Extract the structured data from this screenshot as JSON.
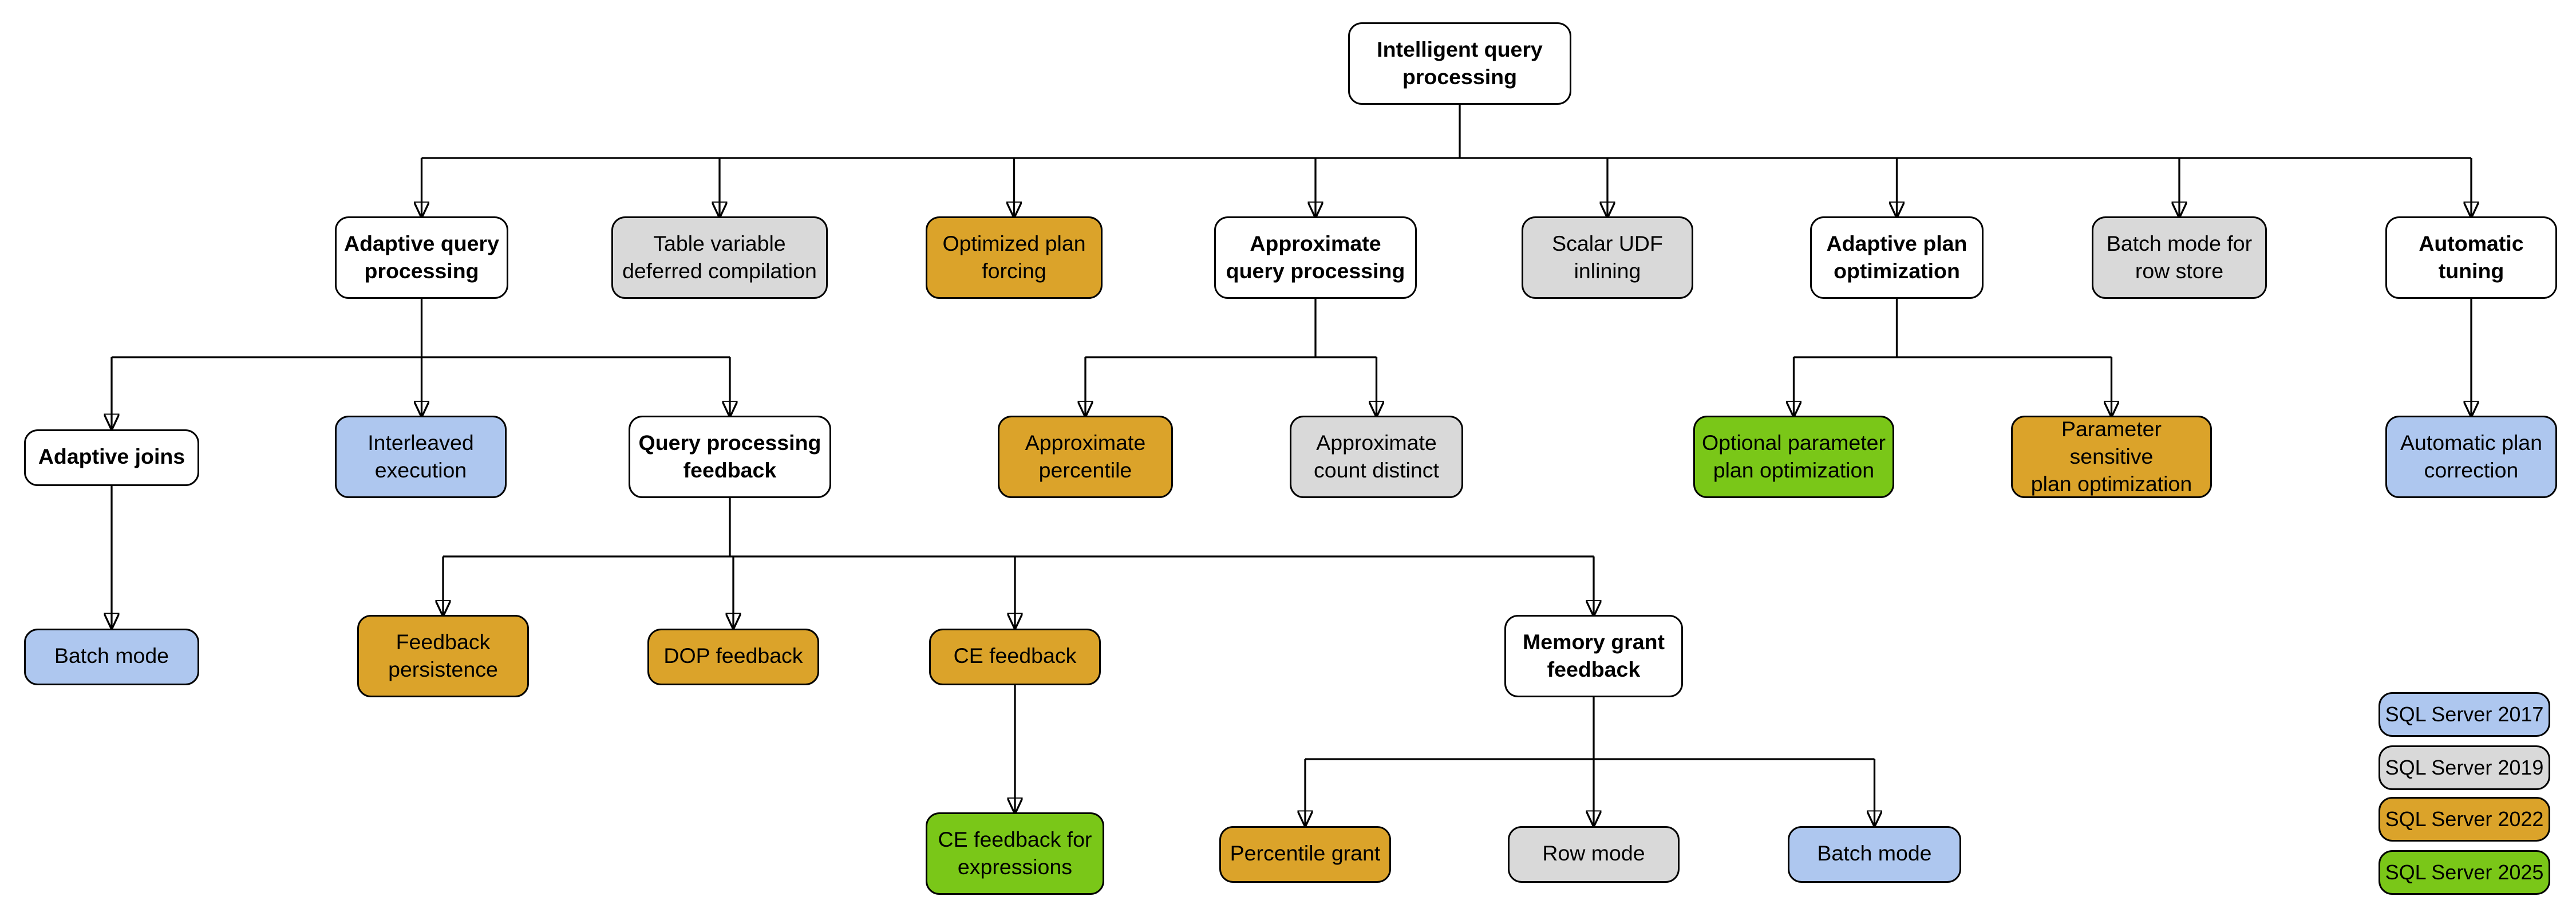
{
  "nodes": [
    {
      "id": "intelligent-query-processing",
      "label": "Intelligent query\nprocessing",
      "category": true,
      "version": null
    },
    {
      "id": "adaptive-query-processing",
      "label": "Adaptive query\nprocessing",
      "category": true,
      "version": null
    },
    {
      "id": "table-variable-deferred-compilation",
      "label": "Table variable\ndeferred compilation",
      "category": false,
      "version": "2019"
    },
    {
      "id": "optimized-plan-forcing",
      "label": "Optimized plan\nforcing",
      "category": false,
      "version": "2022"
    },
    {
      "id": "approximate-query-processing",
      "label": "Approximate\nquery processing",
      "category": true,
      "version": null
    },
    {
      "id": "scalar-udf-inlining",
      "label": "Scalar UDF\ninlining",
      "category": false,
      "version": "2019"
    },
    {
      "id": "adaptive-plan-optimization",
      "label": "Adaptive plan\noptimization",
      "category": true,
      "version": null
    },
    {
      "id": "batch-mode-for-row-store",
      "label": "Batch mode for\nrow store",
      "category": false,
      "version": "2019"
    },
    {
      "id": "automatic-tuning",
      "label": "Automatic\ntuning",
      "category": true,
      "version": null
    },
    {
      "id": "adaptive-joins",
      "label": "Adaptive joins",
      "category": true,
      "version": null
    },
    {
      "id": "interleaved-execution",
      "label": "Interleaved\nexecution",
      "category": false,
      "version": "2017"
    },
    {
      "id": "query-processing-feedback",
      "label": "Query processing\nfeedback",
      "category": true,
      "version": null
    },
    {
      "id": "approximate-percentile",
      "label": "Approximate\npercentile",
      "category": false,
      "version": "2022"
    },
    {
      "id": "approximate-count-distinct",
      "label": "Approximate\ncount distinct",
      "category": false,
      "version": "2019"
    },
    {
      "id": "optional-parameter-plan-optimization",
      "label": "Optional parameter\nplan optimization",
      "category": false,
      "version": "2025"
    },
    {
      "id": "parameter-sensitive-plan-optimization",
      "label": "Parameter sensitive\nplan optimization",
      "category": false,
      "version": "2022"
    },
    {
      "id": "automatic-plan-correction",
      "label": "Automatic plan\ncorrection",
      "category": false,
      "version": "2017"
    },
    {
      "id": "batch-mode-adaptive-joins",
      "label": "Batch mode",
      "category": false,
      "version": "2017"
    },
    {
      "id": "feedback-persistence",
      "label": "Feedback\npersistence",
      "category": false,
      "version": "2022"
    },
    {
      "id": "dop-feedback",
      "label": "DOP feedback",
      "category": false,
      "version": "2022"
    },
    {
      "id": "ce-feedback",
      "label": "CE feedback",
      "category": false,
      "version": "2022"
    },
    {
      "id": "memory-grant-feedback",
      "label": "Memory grant\nfeedback",
      "category": true,
      "version": null
    },
    {
      "id": "ce-feedback-for-expressions",
      "label": "CE feedback for\nexpressions",
      "category": false,
      "version": "2025"
    },
    {
      "id": "percentile-grant",
      "label": "Percentile grant",
      "category": false,
      "version": "2022"
    },
    {
      "id": "row-mode",
      "label": "Row mode",
      "category": false,
      "version": "2019"
    },
    {
      "id": "batch-mode-memory-grant",
      "label": "Batch mode",
      "category": false,
      "version": "2017"
    }
  ],
  "edges": [
    [
      "intelligent-query-processing",
      "adaptive-query-processing"
    ],
    [
      "intelligent-query-processing",
      "table-variable-deferred-compilation"
    ],
    [
      "intelligent-query-processing",
      "optimized-plan-forcing"
    ],
    [
      "intelligent-query-processing",
      "approximate-query-processing"
    ],
    [
      "intelligent-query-processing",
      "scalar-udf-inlining"
    ],
    [
      "intelligent-query-processing",
      "adaptive-plan-optimization"
    ],
    [
      "intelligent-query-processing",
      "batch-mode-for-row-store"
    ],
    [
      "intelligent-query-processing",
      "automatic-tuning"
    ],
    [
      "adaptive-query-processing",
      "adaptive-joins"
    ],
    [
      "adaptive-query-processing",
      "interleaved-execution"
    ],
    [
      "adaptive-query-processing",
      "query-processing-feedback"
    ],
    [
      "approximate-query-processing",
      "approximate-percentile"
    ],
    [
      "approximate-query-processing",
      "approximate-count-distinct"
    ],
    [
      "adaptive-plan-optimization",
      "optional-parameter-plan-optimization"
    ],
    [
      "adaptive-plan-optimization",
      "parameter-sensitive-plan-optimization"
    ],
    [
      "automatic-tuning",
      "automatic-plan-correction"
    ],
    [
      "adaptive-joins",
      "batch-mode-adaptive-joins"
    ],
    [
      "query-processing-feedback",
      "feedback-persistence"
    ],
    [
      "query-processing-feedback",
      "dop-feedback"
    ],
    [
      "query-processing-feedback",
      "ce-feedback"
    ],
    [
      "query-processing-feedback",
      "memory-grant-feedback"
    ],
    [
      "ce-feedback",
      "ce-feedback-for-expressions"
    ],
    [
      "memory-grant-feedback",
      "percentile-grant"
    ],
    [
      "memory-grant-feedback",
      "row-mode"
    ],
    [
      "memory-grant-feedback",
      "batch-mode-memory-grant"
    ]
  ],
  "legend": [
    {
      "label": "SQL Server 2017",
      "color": "#AEC7EF"
    },
    {
      "label": "SQL Server 2019",
      "color": "#D9D9D9"
    },
    {
      "label": "SQL Server 2022",
      "color": "#DBA32A"
    },
    {
      "label": "SQL Server 2025",
      "color": "#7AC718"
    }
  ],
  "colors": {
    "sql_server_2017": "#AEC7EF",
    "sql_server_2019": "#D9D9D9",
    "sql_server_2022": "#DBA32A",
    "sql_server_2025": "#7AC718",
    "category_node": "#FFFFFF",
    "line": "#000000"
  }
}
